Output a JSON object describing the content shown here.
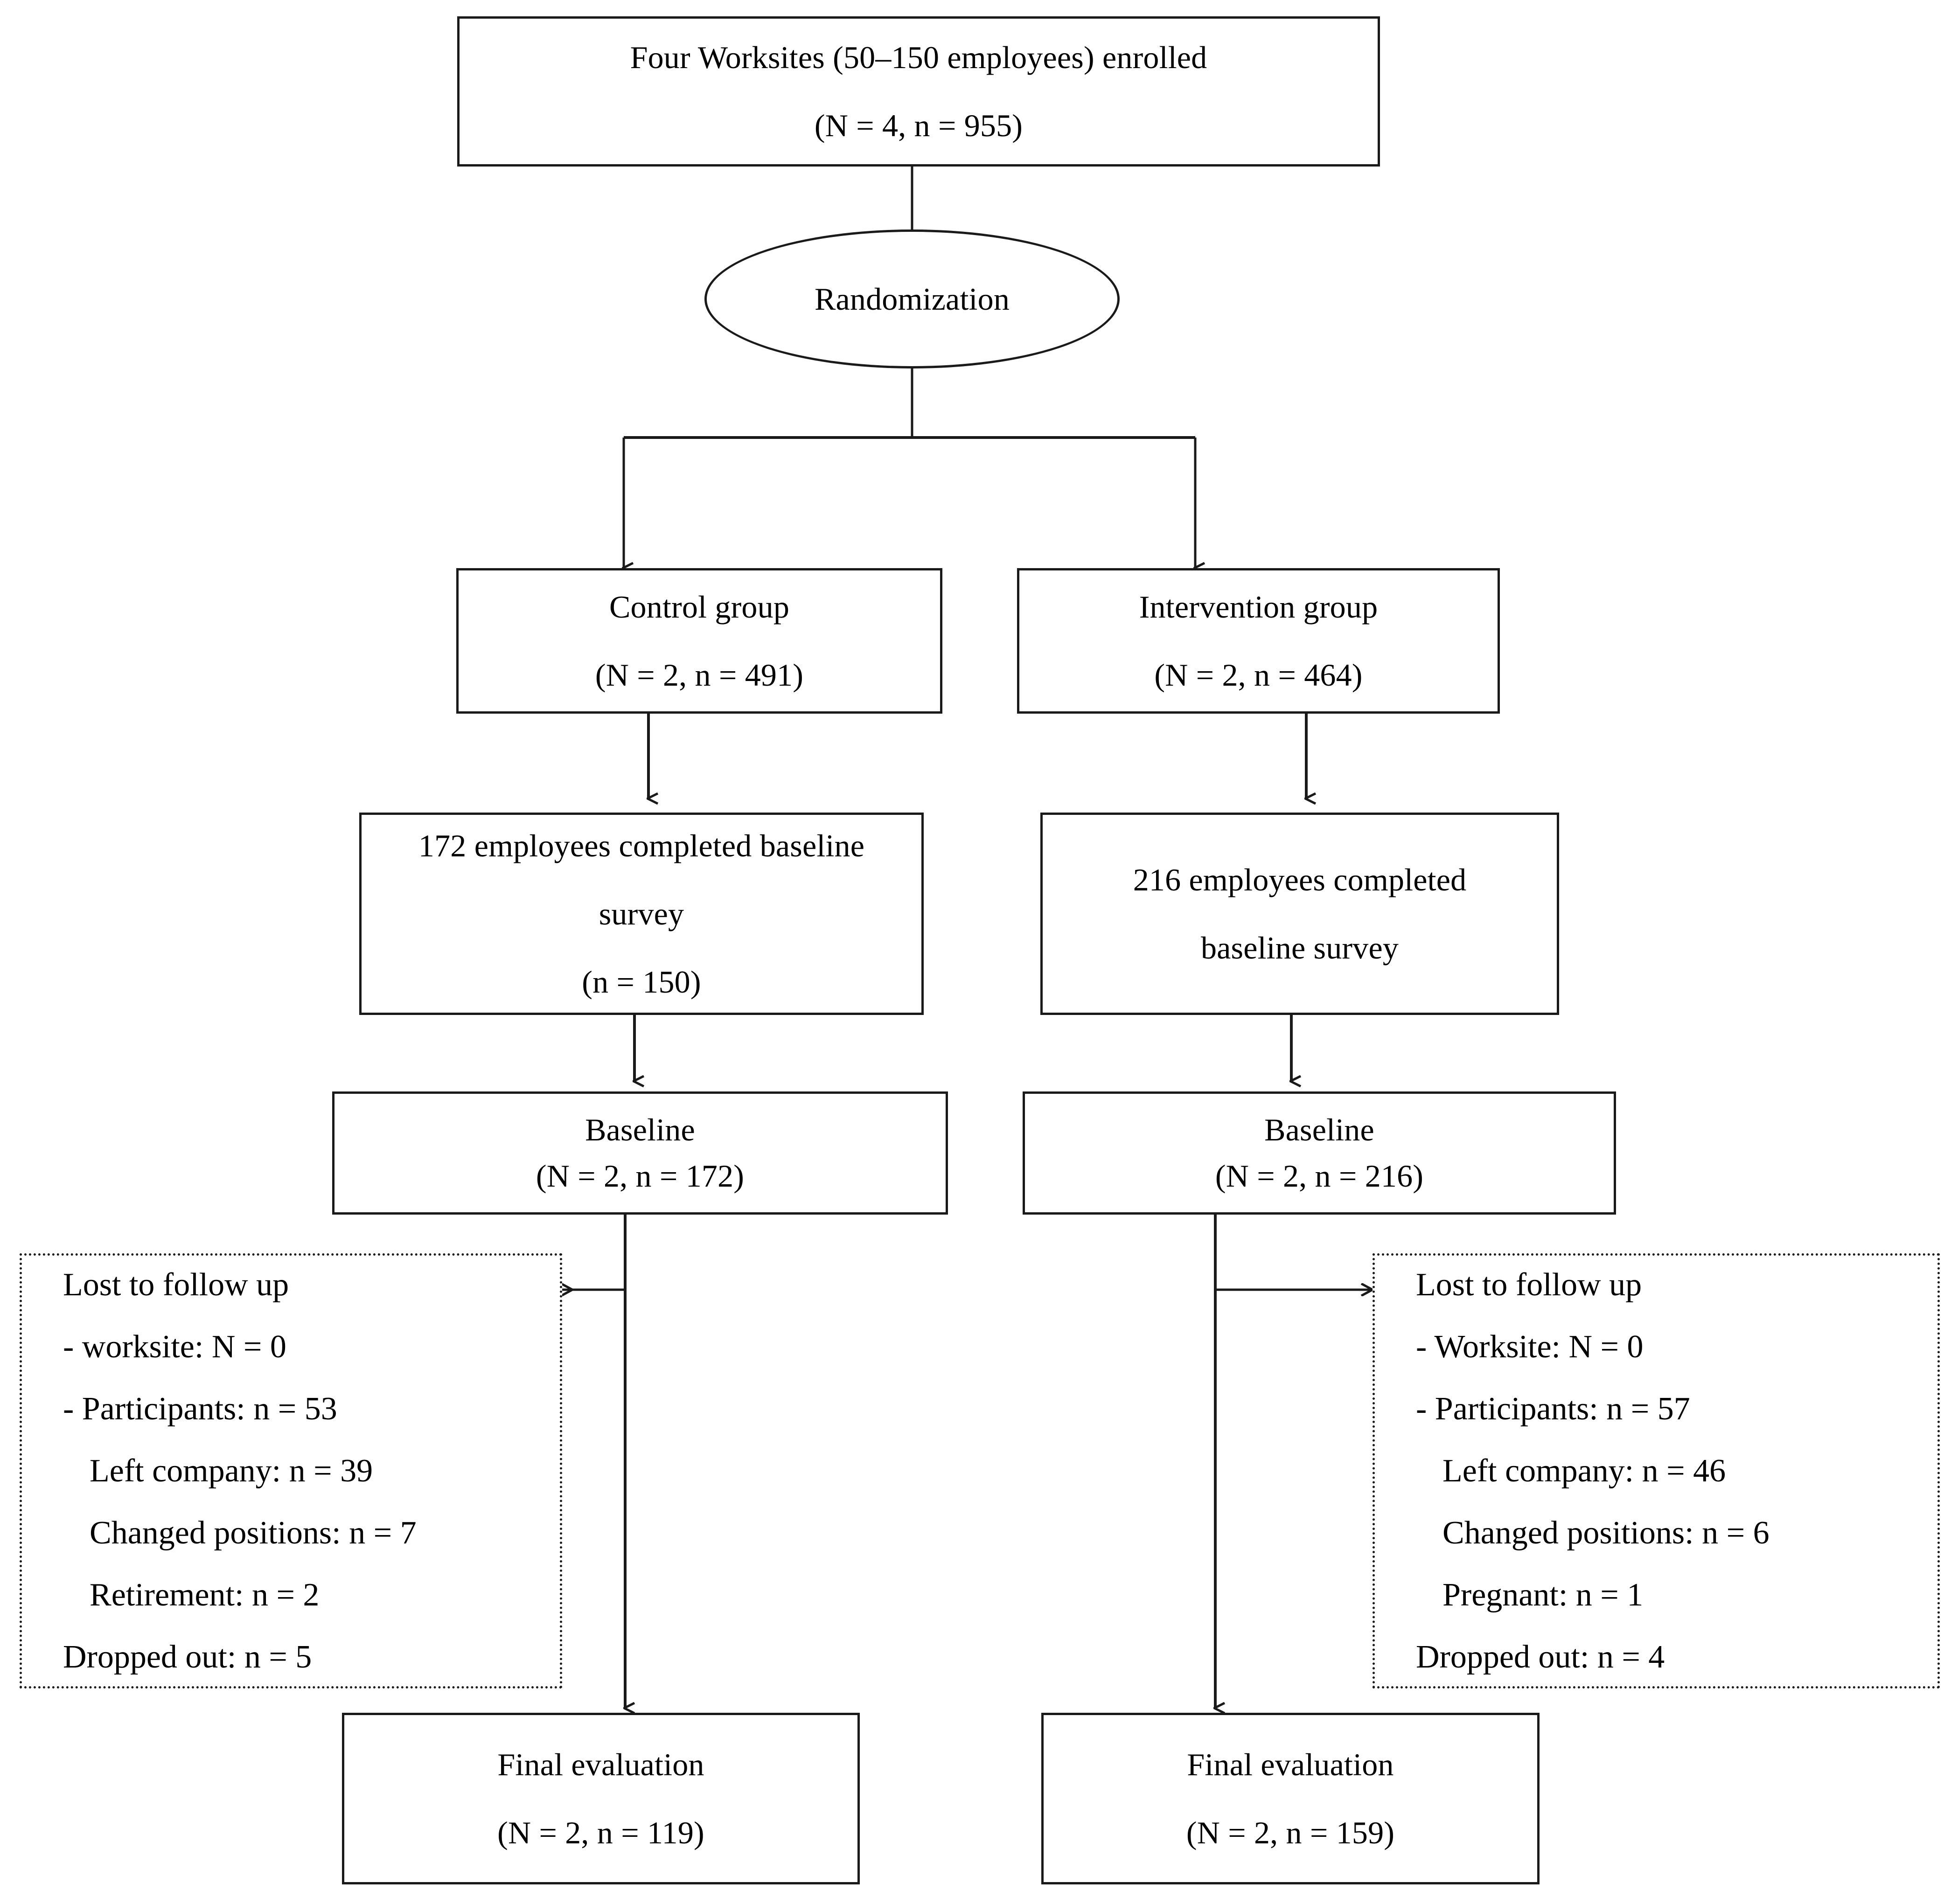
{
  "diagram": {
    "title": "CONSORT-style participant flow diagram",
    "line_color": "#1a1a1a"
  },
  "nodes": {
    "enrollment": {
      "shape": "rectangle",
      "line1": "Four Worksites (50–150 employees) enrolled",
      "line2": "(N = 4, n = 955)"
    },
    "randomization": {
      "shape": "ellipse",
      "label": "Randomization"
    },
    "control_group": {
      "shape": "rectangle",
      "line1": "Control group",
      "line2": "(N = 2, n = 491)"
    },
    "intervention_group": {
      "shape": "rectangle",
      "line1": "Intervention group",
      "line2": "(N = 2, n = 464)"
    },
    "control_baseline_survey": {
      "shape": "rectangle",
      "line1": "172 employees completed baseline",
      "line2": "survey",
      "line3": "(n = 150)"
    },
    "intervention_baseline_survey": {
      "shape": "rectangle",
      "line1": "216 employees completed",
      "line2": "baseline survey"
    },
    "control_baseline": {
      "shape": "rectangle",
      "line1": "Baseline",
      "line2": "(N = 2, n = 172)"
    },
    "intervention_baseline": {
      "shape": "rectangle",
      "line1": "Baseline",
      "line2": "(N = 2, n = 216)"
    },
    "control_lost": {
      "shape": "dashed-rectangle",
      "line1": "Lost to follow up",
      "line2": "- worksite: N = 0",
      "line3": "- Participants: n = 53",
      "line4": "Left company: n = 39",
      "line5": "Changed positions: n = 7",
      "line6": "Retirement: n = 2",
      "line7": "Dropped out: n = 5"
    },
    "intervention_lost": {
      "shape": "dashed-rectangle",
      "line1": "Lost to follow up",
      "line2": "- Worksite: N = 0",
      "line3": "- Participants: n = 57",
      "line4": "Left company: n = 46",
      "line5": "Changed positions: n = 6",
      "line6": "Pregnant: n = 1",
      "line7": "Dropped out: n = 4"
    },
    "control_final": {
      "shape": "rectangle",
      "line1": "Final evaluation",
      "line2": "(N = 2, n = 119)"
    },
    "intervention_final": {
      "shape": "rectangle",
      "line1": "Final evaluation",
      "line2": "(N = 2, n = 159)"
    }
  }
}
